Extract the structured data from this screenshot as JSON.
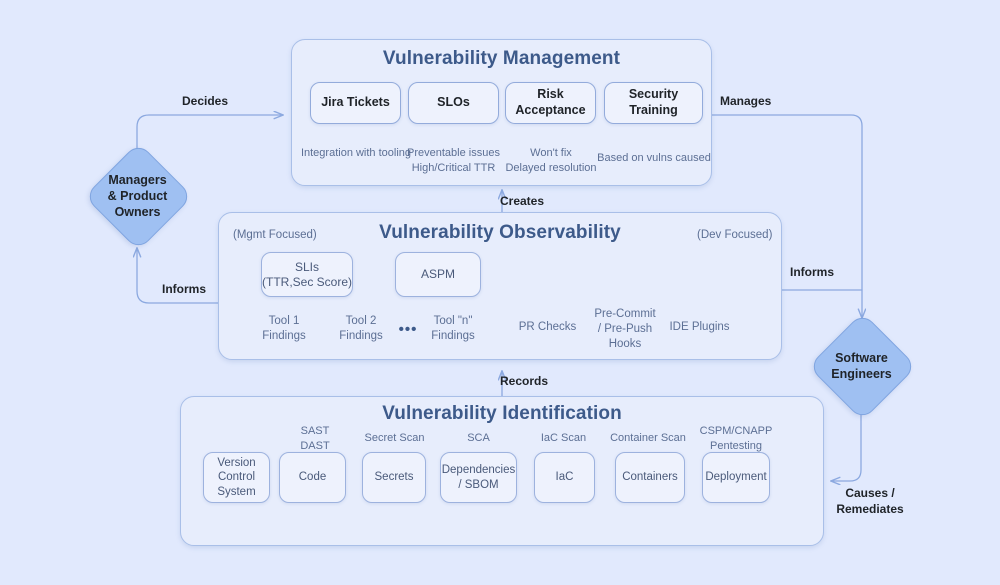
{
  "canvas": {
    "background": "#e1e9fd",
    "accent": "#9fc0f2",
    "line_color": "#8ca9e0",
    "title_color": "#3d5a8a"
  },
  "actors": {
    "managers": {
      "label": "Managers\n& Product\nOwners"
    },
    "engineers": {
      "label": "Software\nEngineers"
    }
  },
  "connectors": {
    "decides": {
      "label": "Decides"
    },
    "manages": {
      "label": "Manages"
    },
    "creates": {
      "label": "Creates"
    },
    "records": {
      "label": "Records"
    },
    "informs_left": {
      "label": "Informs"
    },
    "informs_right": {
      "label": "Informs"
    },
    "causes": {
      "label": "Causes /\nRemediates"
    }
  },
  "vulnerability_management": {
    "title": "Vulnerability Management",
    "items": [
      {
        "chip": "Jira Tickets",
        "caption": "Integration with tooling"
      },
      {
        "chip": "SLOs",
        "caption": "Preventable issues\nHigh/Critical TTR"
      },
      {
        "chip": "Risk Acceptance",
        "caption": "Won't fix\nDelayed resolution"
      },
      {
        "chip": "Security Training",
        "caption": "Based on vulns caused"
      }
    ]
  },
  "vulnerability_observability": {
    "title": "Vulnerability Observability",
    "left_note": "(Mgmt Focused)",
    "right_note": "(Dev Focused)",
    "chips": [
      {
        "label": "SLIs\n(TTR,Sec Score)"
      },
      {
        "label": "ASPM"
      }
    ],
    "tool_findings": [
      {
        "label": "Tool 1\nFindings"
      },
      {
        "label": "Tool 2\nFindings"
      },
      {
        "label": "Tool \"n\"\nFindings"
      }
    ],
    "ellipsis": "•••",
    "dev_items": [
      {
        "label": "PR Checks"
      },
      {
        "label": "Pre-Commit\n/ Pre-Push\nHooks"
      },
      {
        "label": "IDE Plugins"
      }
    ]
  },
  "vulnerability_identification": {
    "title": "Vulnerability Identification",
    "items": [
      {
        "caption": "",
        "chip": "Version\nControl\nSystem"
      },
      {
        "caption": "SAST\nDAST",
        "chip": "Code"
      },
      {
        "caption": "Secret Scan",
        "chip": "Secrets"
      },
      {
        "caption": "SCA",
        "chip": "Dependencies\n/ SBOM"
      },
      {
        "caption": "IaC Scan",
        "chip": "IaC"
      },
      {
        "caption": "Container Scan",
        "chip": "Containers"
      },
      {
        "caption": "CSPM/CNAPP\nPentesting",
        "chip": "Deployment"
      }
    ]
  }
}
